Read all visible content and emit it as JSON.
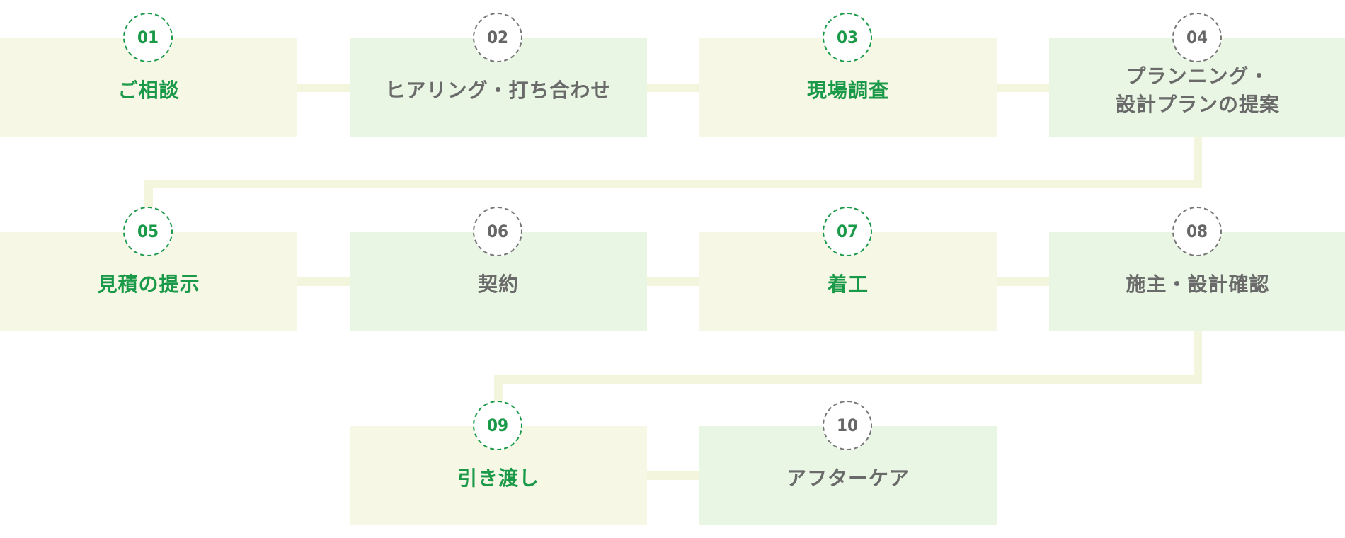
{
  "colors": {
    "accent_green": "#1a9a48",
    "text_gray": "#6a6a6a",
    "box_cream": "#f7f7e5",
    "box_mint": "#e8f6e3",
    "connector": "#f4f5dd"
  },
  "steps": [
    {
      "number": "01",
      "label": "ご相談",
      "accent": "green",
      "tone": "cream"
    },
    {
      "number": "02",
      "label": "ヒアリング・打ち合わせ",
      "accent": "gray",
      "tone": "mint"
    },
    {
      "number": "03",
      "label": "現場調査",
      "accent": "green",
      "tone": "cream"
    },
    {
      "number": "04",
      "label": "プランニング・\n設計プランの提案",
      "accent": "gray",
      "tone": "mint"
    },
    {
      "number": "05",
      "label": "見積の提示",
      "accent": "green",
      "tone": "cream"
    },
    {
      "number": "06",
      "label": "契約",
      "accent": "gray",
      "tone": "mint"
    },
    {
      "number": "07",
      "label": "着工",
      "accent": "green",
      "tone": "cream"
    },
    {
      "number": "08",
      "label": "施主・設計確認",
      "accent": "gray",
      "tone": "mint"
    },
    {
      "number": "09",
      "label": "引き渡し",
      "accent": "green",
      "tone": "cream"
    },
    {
      "number": "10",
      "label": "アフターケア",
      "accent": "gray",
      "tone": "mint"
    }
  ]
}
